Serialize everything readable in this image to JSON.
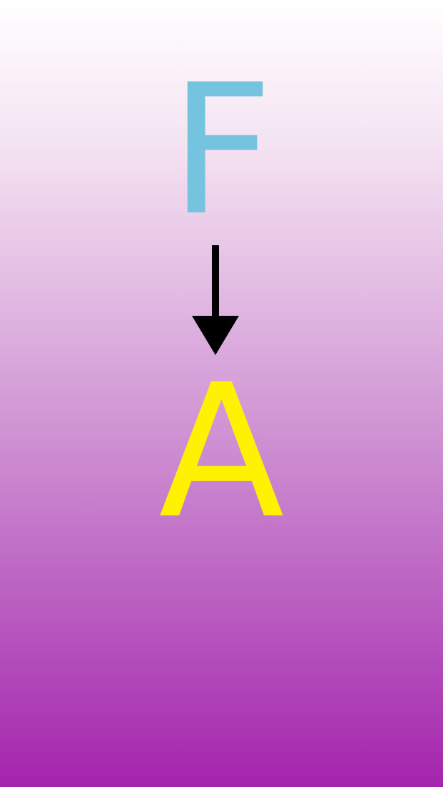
{
  "diagram": {
    "source": {
      "label": "F",
      "color": "#74c3df"
    },
    "target": {
      "label": "A",
      "color": "#fff200"
    },
    "arrow": {
      "direction": "down",
      "icon": "arrow-down-icon",
      "color": "#000000"
    }
  }
}
